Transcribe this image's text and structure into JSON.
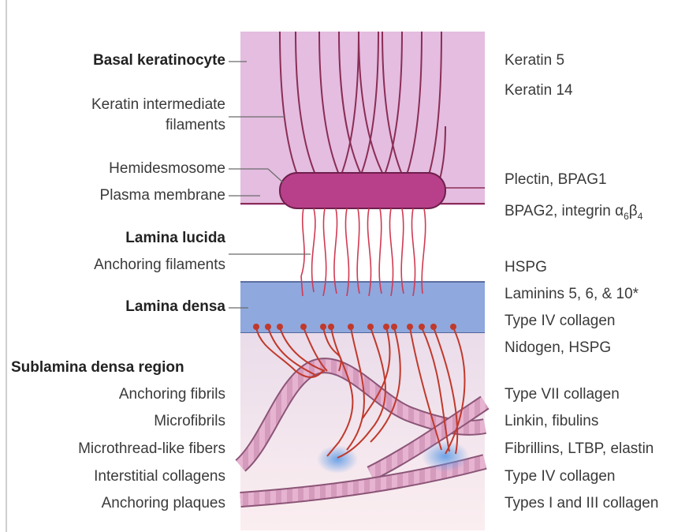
{
  "left_labels": {
    "basal_keratinocyte": "Basal keratinocyte",
    "keratin_filaments_1": "Keratin intermediate",
    "keratin_filaments_2": "filaments",
    "hemidesmosome": "Hemidesmosome",
    "plasma_membrane": "Plasma membrane",
    "lamina_lucida": "Lamina lucida",
    "anchoring_filaments": "Anchoring filaments",
    "lamina_densa": "Lamina densa",
    "sublamina": "Sublamina densa region",
    "anchoring_fibrils": "Anchoring fibrils",
    "microfibrils": "Microfibrils",
    "microthread": "Microthread-like fibers",
    "interstitial": "Interstitial collagens",
    "anchoring_plaques": "Anchoring plaques"
  },
  "right_labels": {
    "keratin5": "Keratin 5",
    "keratin14": "Keratin 14",
    "plectin": "Plectin, BPAG1",
    "bpag2": "BPAG2, integrin α",
    "bpag2_sub1": "6",
    "bpag2_beta": "β",
    "bpag2_sub2": "4",
    "hspg": "HSPG",
    "laminins": "Laminins 5, 6, & 10*",
    "type4_a": "Type IV collagen",
    "nidogen": "Nidogen, HSPG",
    "type7": "Type VII collagen",
    "linkin": "Linkin, fibulins",
    "fibrillins": "Fibrillins, LTBP, elastin",
    "type4_b": "Type IV collagen",
    "types13": "Types I and III collagen"
  },
  "colors": {
    "keratinocyte": "#e3bcdc",
    "hemidesmosome": "#b53b83",
    "lamina_densa": "#8fa7dc",
    "sublamina": "#f6e8ee",
    "filament": "#c0392b",
    "keratin_line": "#8b2d55",
    "collagen": "#dca7c6",
    "microthread": "#6fa7e4"
  }
}
